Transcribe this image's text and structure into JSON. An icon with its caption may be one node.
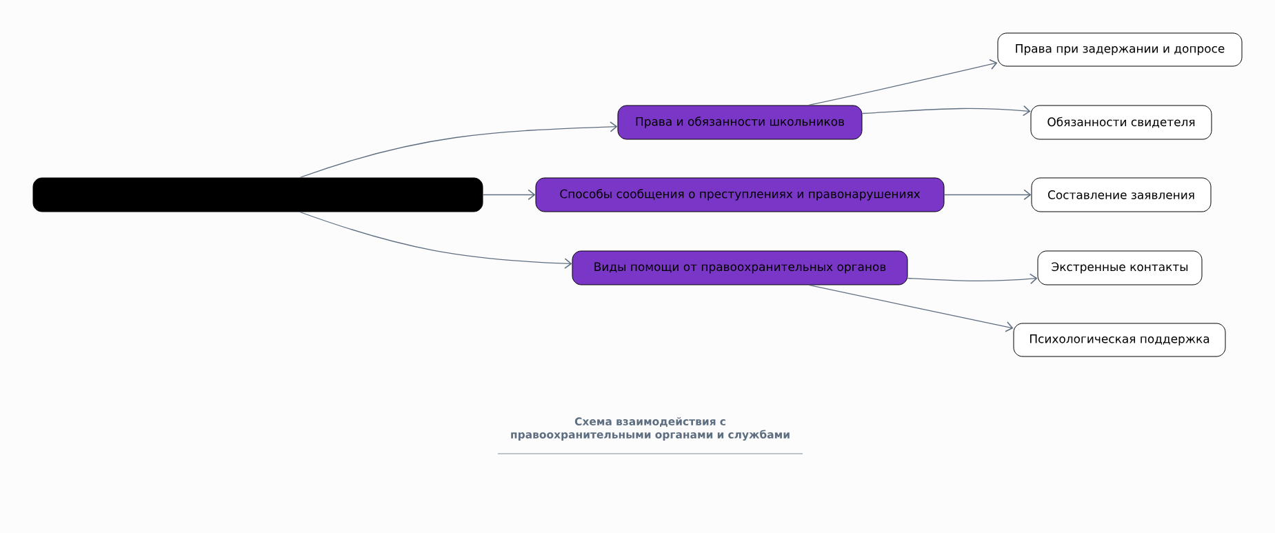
{
  "diagram": {
    "caption": "Схема взаимодействия с правоохранительными органами и службами",
    "nodes": [
      {
        "text": [],
        "shape": "box"
      },
      {
        "text": [
          "Права и обязанности школьников"
        ]
      },
      {
        "text": [
          "Способы сообщения о преступлениях и правонарушениях"
        ]
      },
      {
        "text": [
          "Виды помощи от правоохранительных органов"
        ]
      },
      {
        "text": [
          "Права при задержании и допросе"
        ]
      },
      {
        "text": [
          "Обязанности свидетеля"
        ]
      },
      {
        "text": [
          "Составление заявления"
        ]
      },
      {
        "text": [
          "Экстренные контакты"
        ]
      },
      {
        "text": [
          "Психологическая поддержка"
        ]
      }
    ],
    "edges": [
      {
        "from": 0,
        "to": 1,
        "arrow": "to"
      },
      {
        "from": 0,
        "to": 2,
        "arrow": "to"
      },
      {
        "from": 0,
        "to": 3,
        "arrow": "to"
      },
      {
        "from": 1,
        "to": 4,
        "arrow": "to"
      },
      {
        "from": 1,
        "to": 5,
        "arrow": "to"
      },
      {
        "from": 2,
        "to": 6,
        "arrow": "to"
      },
      {
        "from": 3,
        "to": 7,
        "arrow": "to"
      },
      {
        "from": 3,
        "to": 8,
        "arrow": "to"
      }
    ]
  }
}
